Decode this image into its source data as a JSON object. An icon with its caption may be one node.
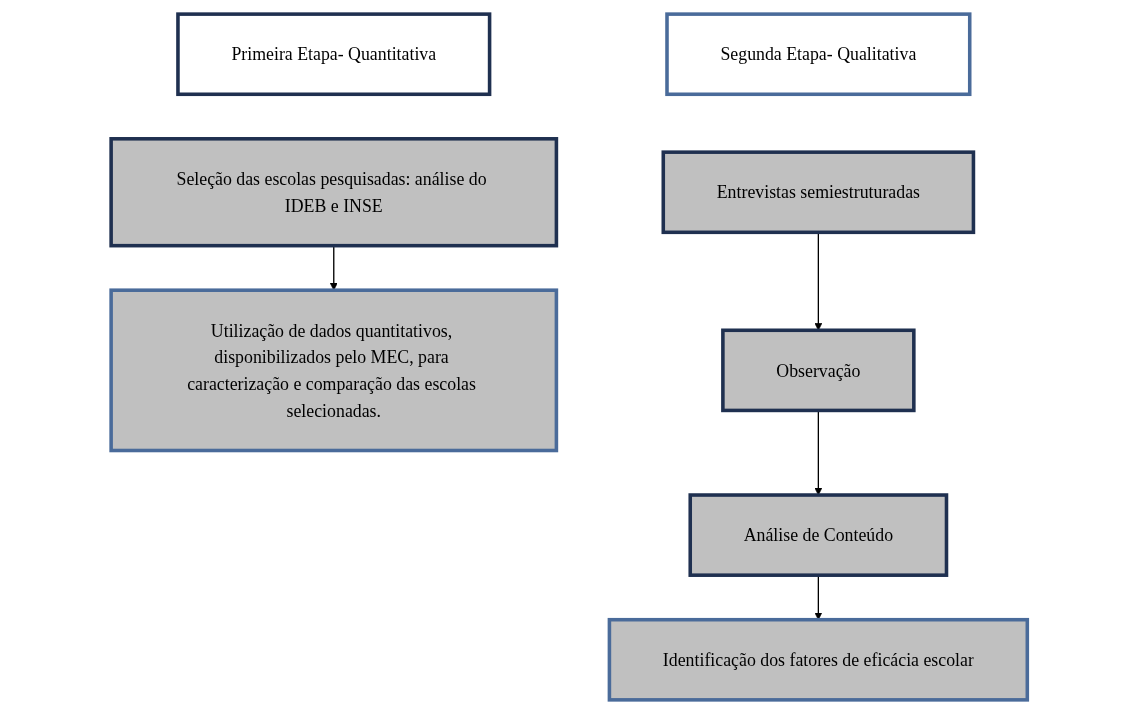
{
  "diagram": {
    "nodes": [
      {
        "text": [
          "Primeira Etapa- Quantitativa"
        ]
      },
      {
        "text": [
          "Seleção das escolas pesquisadas: análise do IDEB e INSE"
        ]
      },
      {
        "text": [
          "Utilização de dados quantitativos, disponibilizados pelo MEC, para caracterização e comparação das escolas selecionadas."
        ]
      },
      {
        "text": [
          "Segunda Etapa- Qualitativa"
        ]
      },
      {
        "text": [
          "Entrevistas semiestruturadas"
        ]
      },
      {
        "text": [
          "Observação"
        ]
      },
      {
        "text": [
          "Análise de Conteúdo"
        ]
      },
      {
        "text": [
          "Identificação dos fatores de eficácia escolar"
        ]
      }
    ],
    "edges": [
      {
        "from": 1,
        "to": 2,
        "arrow": "to"
      },
      {
        "from": 4,
        "to": 5,
        "arrow": "to"
      },
      {
        "from": 5,
        "to": 6,
        "arrow": "to"
      },
      {
        "from": 6,
        "to": 7,
        "arrow": "to"
      }
    ]
  }
}
